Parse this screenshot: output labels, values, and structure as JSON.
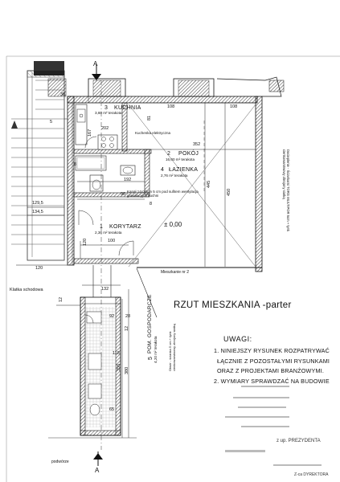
{
  "sections": {
    "a_top": "A",
    "a_bottom": "A"
  },
  "rooms": {
    "kuchnia": {
      "number": "3",
      "name": "KUCHNIA",
      "area": "3,60 m² terakota"
    },
    "pokoj": {
      "number": "2",
      "name": "POKÓJ",
      "area": "16,00 m² terakota"
    },
    "lazienka": {
      "number": "4",
      "name": "ŁAZIENKA",
      "area": "2,76 m² terakota"
    },
    "korytarz": {
      "number": "1",
      "name": "KORYTARZ",
      "area": "2,36 m² terakota"
    },
    "gospodarcze": {
      "number": "5",
      "name": "POM. GOSPODARCZE",
      "area": "4,20 m² terakota"
    }
  },
  "labels": {
    "kuchenka": "Kuchenka elektryczna",
    "kanal": "Kanał 14x20cm 5 cm pod sufitem wentylacja grawitacyjna kuchni",
    "level": "± 0,00",
    "mieszkanie": "Mieszkanie nr 2",
    "klatka": "Klatka schodowa",
    "podworze": "podwórze",
    "docieplenie": "Docieplenie - Ściankami TORG MULTIPOR 5cm + tynk cienkowarstwowy zbrojony siatką",
    "otwor": "Otwór - ścianka 5 cm + tynk cienkowarstwowy zbrojony siatką"
  },
  "dimensions": {
    "d_5": "5",
    "d_38": "38",
    "d_108a": "108",
    "d_108b": "108",
    "d_167": "167",
    "d_202": "202",
    "d_81": "81",
    "d_352": "352",
    "d_192": "192",
    "d_90": "90",
    "d_8a": "8",
    "d_8b": "8",
    "d_445": "445",
    "d_450": "450",
    "d_1295": "129,5",
    "d_1345": "134,5",
    "d_120a": "120",
    "d_120b": "120",
    "d_100": "100",
    "d_132": "132",
    "d_12a": "12",
    "d_92": "92",
    "d_28": "28",
    "d_12b": "12",
    "d_118": "118",
    "d_356": "356",
    "d_380": "380",
    "d_65": "65"
  },
  "title": "RZUT MIESZKANIA -parter",
  "uwagi": {
    "heading": "UWAGI:",
    "lines": [
      "1. NINIEJSZY RYSUNEK ROZPATRYWAĆ",
      "ŁĄCZNIE Z POZOSTAŁYMI RYSUNKAMI",
      "ORAZ Z PROJEKTAMI BRANŻOWYMI.",
      "2. WYMIARY SPRAWDZAĆ NA BUDOWIE"
    ]
  },
  "stamps": {
    "zastepca": "Z-ca DYREKTORA",
    "prezydenta": "z up. PREZYDENTA"
  }
}
